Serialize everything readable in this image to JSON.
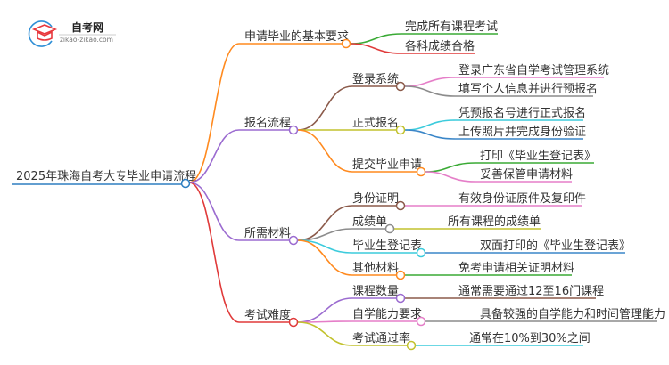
{
  "logo": {
    "title": "自考网",
    "url": "zikao-zikao.com"
  },
  "root": "2025年珠海自考大专毕业申请流程",
  "branches": [
    {
      "label": "申请毕业的基本要求",
      "children": [
        {
          "label": "完成所有课程考试"
        },
        {
          "label": "各科成绩合格"
        }
      ]
    },
    {
      "label": "报名流程",
      "children": [
        {
          "label": "登录系统",
          "children": [
            "登录广东省自学考试管理系统",
            "填写个人信息并进行预报名"
          ]
        },
        {
          "label": "正式报名",
          "children": [
            "凭预报名号进行正式报名",
            "上传照片并完成身份验证"
          ]
        },
        {
          "label": "提交毕业申请",
          "children": [
            "打印《毕业生登记表》",
            "妥善保管申请材料"
          ]
        }
      ]
    },
    {
      "label": "所需材料",
      "children": [
        {
          "label": "身份证明",
          "children": [
            "有效身份证原件及复印件"
          ]
        },
        {
          "label": "成绩单",
          "children": [
            "所有课程的成绩单"
          ]
        },
        {
          "label": "毕业生登记表",
          "children": [
            "双面打印的《毕业生登记表》"
          ]
        },
        {
          "label": "其他材料",
          "children": [
            "免考申请相关证明材料"
          ]
        }
      ]
    },
    {
      "label": "考试难度",
      "children": [
        {
          "label": "课程数量",
          "children": [
            "通常需要通过12至16门课程"
          ]
        },
        {
          "label": "自学能力要求",
          "children": [
            "具备较强的自学能力和时间管理能力"
          ]
        },
        {
          "label": "考试通过率",
          "children": [
            "通常在10%到30%之间"
          ]
        }
      ]
    }
  ],
  "colors": {
    "root": "#2f7fc1",
    "orange": "#ff8a1f",
    "purple": "#9b6bd0",
    "red": "#e03a3a",
    "green": "#3aaa35",
    "brown": "#8b5a4a",
    "olive": "#c2c22e",
    "pink": "#e57ec8",
    "gray": "#8c8c8c",
    "cyan": "#3ccbdc",
    "blue": "#3a86c8"
  }
}
